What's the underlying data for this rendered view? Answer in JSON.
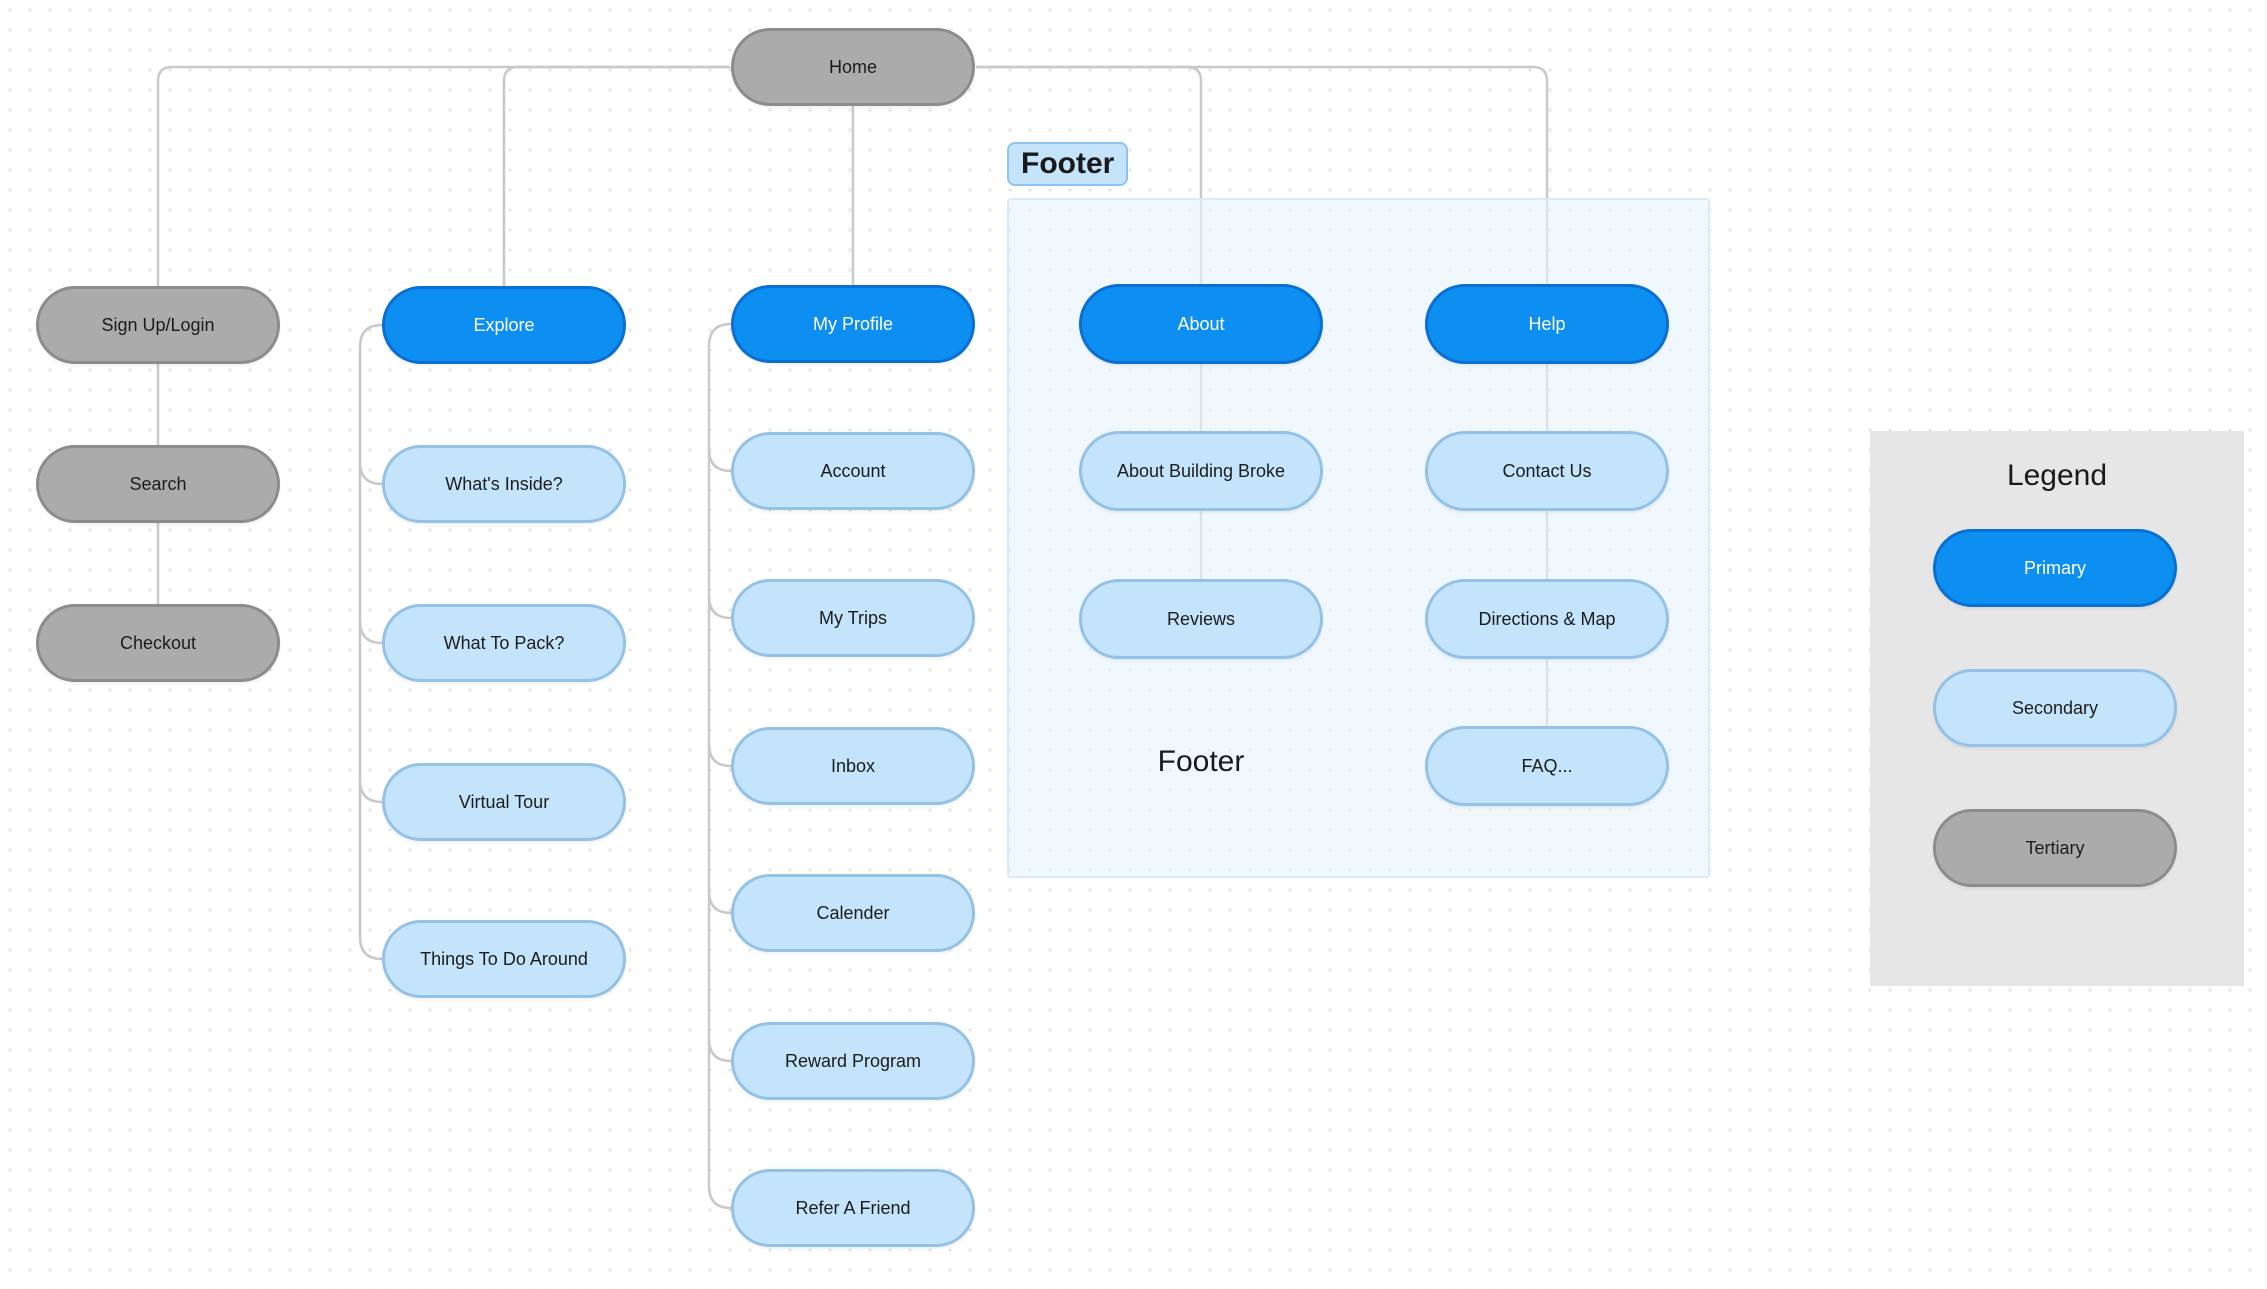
{
  "colors": {
    "primary": "#0d8ff2",
    "secondary": "#c3e4fb",
    "tertiary": "#ababab",
    "connector": "#c9c9c9",
    "footer_region": "#eaf6fe",
    "legend_panel": "#e6e6e6"
  },
  "nodes": {
    "home": {
      "label": "Home",
      "level": "tertiary"
    },
    "sign_up_login": {
      "label": "Sign Up/Login",
      "level": "tertiary"
    },
    "search": {
      "label": "Search",
      "level": "tertiary"
    },
    "checkout": {
      "label": "Checkout",
      "level": "tertiary"
    },
    "explore": {
      "label": "Explore",
      "level": "primary"
    },
    "whats_inside": {
      "label": "What's Inside?",
      "level": "secondary"
    },
    "what_to_pack": {
      "label": "What To Pack?",
      "level": "secondary"
    },
    "virtual_tour": {
      "label": "Virtual Tour",
      "level": "secondary"
    },
    "things_to_do": {
      "label": "Things To Do Around",
      "level": "secondary"
    },
    "my_profile": {
      "label": "My Profile",
      "level": "primary"
    },
    "account": {
      "label": "Account",
      "level": "secondary"
    },
    "my_trips": {
      "label": "My Trips",
      "level": "secondary"
    },
    "inbox": {
      "label": "Inbox",
      "level": "secondary"
    },
    "calender": {
      "label": "Calender",
      "level": "secondary"
    },
    "reward_program": {
      "label": "Reward Program",
      "level": "secondary"
    },
    "refer_a_friend": {
      "label": "Refer A Friend",
      "level": "secondary"
    },
    "about": {
      "label": "About",
      "level": "primary"
    },
    "about_building_broke": {
      "label": "About Building Broke",
      "level": "secondary"
    },
    "reviews": {
      "label": "Reviews",
      "level": "secondary"
    },
    "help": {
      "label": "Help",
      "level": "primary"
    },
    "contact_us": {
      "label": "Contact Us",
      "level": "secondary"
    },
    "directions_map": {
      "label": "Directions & Map",
      "level": "secondary"
    },
    "faq": {
      "label": "FAQ...",
      "level": "secondary"
    }
  },
  "edges": [
    [
      "home",
      "sign_up_login"
    ],
    [
      "home",
      "explore"
    ],
    [
      "home",
      "my_profile"
    ],
    [
      "home",
      "about"
    ],
    [
      "home",
      "help"
    ],
    [
      "sign_up_login",
      "search"
    ],
    [
      "search",
      "checkout"
    ],
    [
      "explore",
      "whats_inside"
    ],
    [
      "explore",
      "what_to_pack"
    ],
    [
      "explore",
      "virtual_tour"
    ],
    [
      "explore",
      "things_to_do"
    ],
    [
      "my_profile",
      "account"
    ],
    [
      "my_profile",
      "my_trips"
    ],
    [
      "my_profile",
      "inbox"
    ],
    [
      "my_profile",
      "calender"
    ],
    [
      "my_profile",
      "reward_program"
    ],
    [
      "my_profile",
      "refer_a_friend"
    ],
    [
      "about",
      "about_building_broke"
    ],
    [
      "about_building_broke",
      "reviews"
    ],
    [
      "help",
      "contact_us"
    ],
    [
      "contact_us",
      "directions_map"
    ],
    [
      "directions_map",
      "faq"
    ]
  ],
  "footer": {
    "tag_label": "Footer",
    "caption": "Footer"
  },
  "legend": {
    "title": "Legend",
    "primary_label": "Primary",
    "secondary_label": "Secondary",
    "tertiary_label": "Tertiary"
  }
}
